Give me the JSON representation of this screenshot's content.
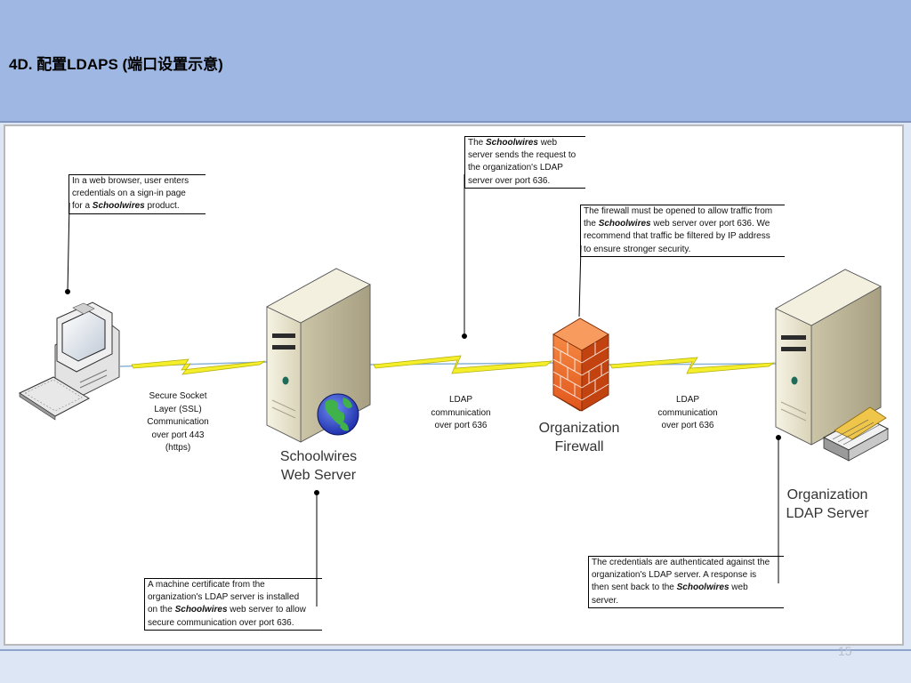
{
  "slide": {
    "title": "4D.  配置LDAPS (端口设置示意)",
    "page_number": "15"
  },
  "nodes": {
    "web_server_line1": "Schoolwires",
    "web_server_line2": "Web Server",
    "firewall_line1": "Organization",
    "firewall_line2": "Firewall",
    "ldap_server_line1": "Organization",
    "ldap_server_line2": "LDAP Server"
  },
  "connections": {
    "ssl": [
      "Secure Socket",
      "Layer (SSL)",
      "Communication",
      "over port 443",
      "(https)"
    ],
    "ldap_web_to_firewall": [
      "LDAP",
      "communication",
      "over port 636"
    ],
    "ldap_firewall_to_server": [
      "LDAP",
      "communication",
      "over port 636"
    ]
  },
  "callouts": {
    "user": {
      "l1": "In a web browser, user enters",
      "l2": "credentials on a sign-in page",
      "l3_pre": "for a ",
      "l3_em": "Schoolwires",
      "l3_post": " product."
    },
    "webserver_request": {
      "l1_pre": "The ",
      "l1_em": "Schoolwires",
      "l1_post": " web",
      "l2": "server sends the request to",
      "l3": "the organization's LDAP",
      "l4": "server over port 636."
    },
    "firewall": {
      "l1": "The firewall must be opened to allow traffic from",
      "l2_pre": "the ",
      "l2_em": "Schoolwires",
      "l2_post": " web server over port 636. We",
      "l3": "recommend that traffic be filtered by IP address",
      "l4": "to ensure stronger security."
    },
    "certificate": {
      "l1": "A machine certificate from the",
      "l2": "organization's LDAP server is installed",
      "l3_pre": "on the ",
      "l3_em": "Schoolwires",
      "l3_post": " web server to allow",
      "l4": "secure communication over port 636."
    },
    "authentication": {
      "l1": "The credentials are authenticated against the",
      "l2": "organization's LDAP server. A response is",
      "l3_pre": "then sent back to the ",
      "l3_em": "Schoolwires",
      "l3_post": " web",
      "l4": "server."
    }
  },
  "icons": {
    "client": "desktop-computer-icon",
    "web_server": "server-tower-icon",
    "globe": "globe-icon",
    "firewall": "brick-firewall-icon",
    "ldap_server": "server-tower-icon",
    "directory": "directory-tray-icon",
    "link": "lightning-bolt-icon"
  },
  "colors": {
    "header_bg": "#9fb8e3",
    "body_bg": "#dde6f5",
    "bolt": "#f4ef2a",
    "firewall": "#f26b28",
    "server_beige": "#eae6d2"
  }
}
